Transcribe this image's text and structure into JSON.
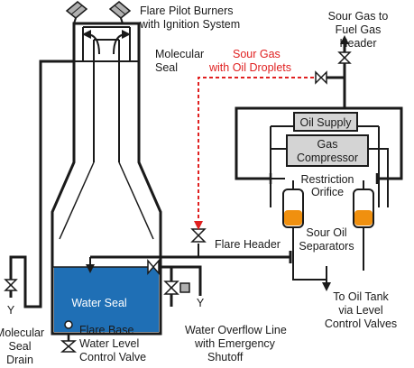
{
  "labels": {
    "flare_pilot_line1": "Flare Pilot Burners",
    "flare_pilot_line2": "with Ignition System",
    "molecular_seal_line1": "Molecular",
    "molecular_seal_line2": "Seal",
    "sour_gas_line1": "Sour Gas",
    "sour_gas_line2": "with Oil Droplets",
    "fuel_gas_line1": "Sour Gas to",
    "fuel_gas_line2": "Fuel Gas",
    "fuel_gas_line3": "Header",
    "oil_supply": "Oil Supply",
    "gas_compressor_line1": "Gas",
    "gas_compressor_line2": "Compressor",
    "restriction_line1": "Restriction",
    "restriction_line2": "Orifice",
    "separators_line1": "Sour Oil",
    "separators_line2": "Separators",
    "flare_header": "Flare Header",
    "water_seal": "Water Seal",
    "oil_tank_line1": "To Oil Tank",
    "oil_tank_line2": "via Level",
    "oil_tank_line3": "Control Valves",
    "drain_line1": "Molecular",
    "drain_line2": "Seal",
    "drain_line3": "Drain",
    "drain_y": "Y",
    "base_valve_line1": "Flare Base",
    "base_valve_line2": "Water Level",
    "base_valve_line3": "Control Valve",
    "overflow_y": "Y",
    "overflow_line1": "Water Overflow Line",
    "overflow_line2": "with Emergency",
    "overflow_line3": "Shutoff"
  },
  "colors": {
    "water": "#1f6fb5",
    "box_fill": "#d4d4d4",
    "oil": "#f0900f",
    "line": "#1a1a1a",
    "sour_gas": "#e02020"
  }
}
